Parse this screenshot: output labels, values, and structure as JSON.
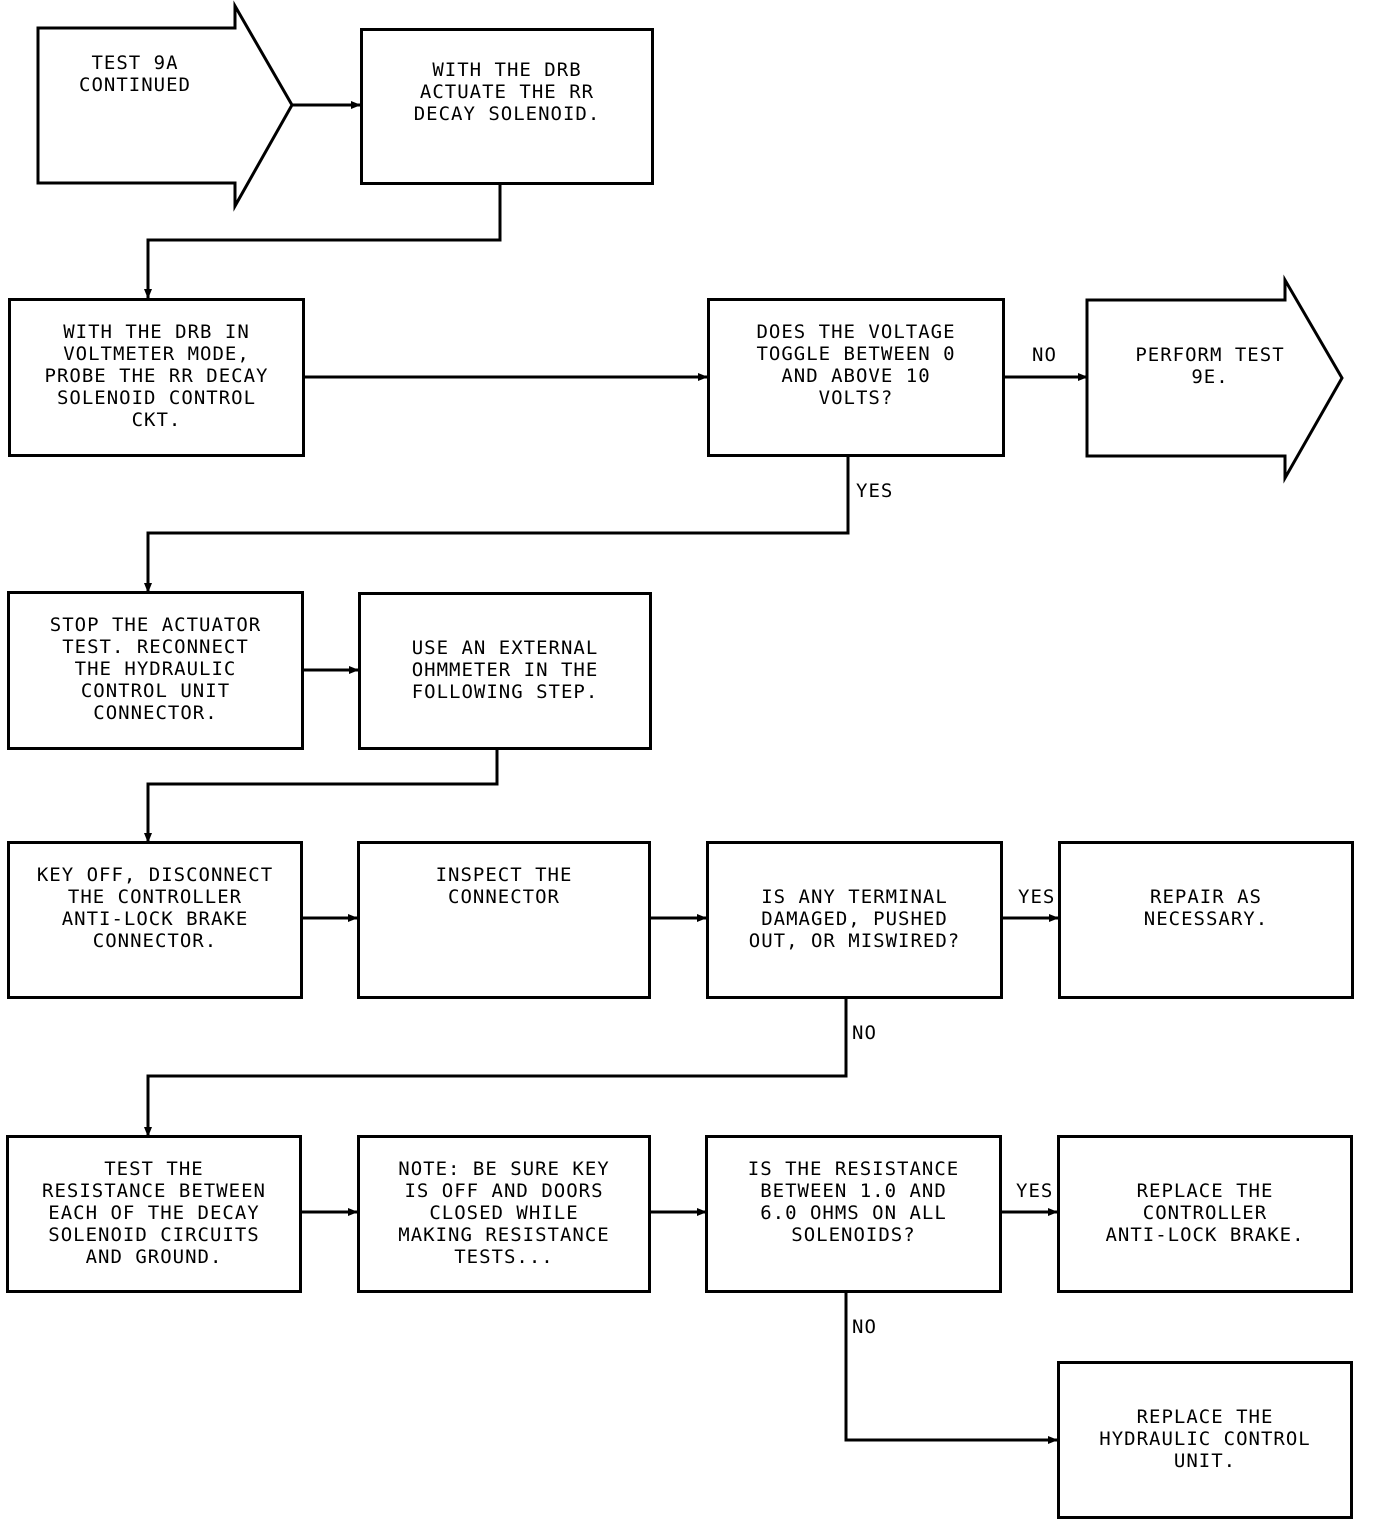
{
  "flowchart": {
    "start": "TEST 9A\nCONTINUED",
    "actuate": "WITH THE DRB\nACTUATE THE RR\nDECAY SOLENOID.",
    "voltmeter": "WITH THE DRB IN\nVOLTMETER MODE,\nPROBE THE RR DECAY\nSOLENOID CONTROL\nCKT.",
    "toggle_question": "DOES THE VOLTAGE\nTOGGLE BETWEEN 0\nAND ABOVE 10\nVOLTS?",
    "perform_test": "PERFORM TEST\n9E.",
    "stop_actuator": "STOP THE ACTUATOR\nTEST. RECONNECT\nTHE HYDRAULIC\nCONTROL UNIT\nCONNECTOR.",
    "external_ohmmeter": "USE AN EXTERNAL\nOHMMETER IN THE\nFOLLOWING STEP.",
    "key_off": "KEY OFF, DISCONNECT\nTHE CONTROLLER\nANTI-LOCK BRAKE\nCONNECTOR.",
    "inspect": "INSPECT THE\nCONNECTOR",
    "terminal_question": "IS ANY TERMINAL\nDAMAGED, PUSHED\nOUT, OR MISWIRED?",
    "repair": "REPAIR AS\nNECESSARY.",
    "test_resistance": "TEST THE\nRESISTANCE BETWEEN\nEACH OF THE DECAY\nSOLENOID CIRCUITS\nAND GROUND.",
    "note": "NOTE: BE SURE KEY\nIS OFF AND DOORS\nCLOSED WHILE\nMAKING RESISTANCE\nTESTS...",
    "resistance_question": "IS THE RESISTANCE\nBETWEEN 1.0 AND\n6.0 OHMS ON ALL\nSOLENOIDS?",
    "replace_controller": "REPLACE THE\nCONTROLLER\nANTI-LOCK BRAKE.",
    "replace_hcu": "REPLACE THE\nHYDRAULIC CONTROL\nUNIT."
  },
  "labels": {
    "no1": "NO",
    "yes1": "YES",
    "yes2": "YES",
    "no2": "NO",
    "yes3": "YES",
    "no3": "NO"
  }
}
